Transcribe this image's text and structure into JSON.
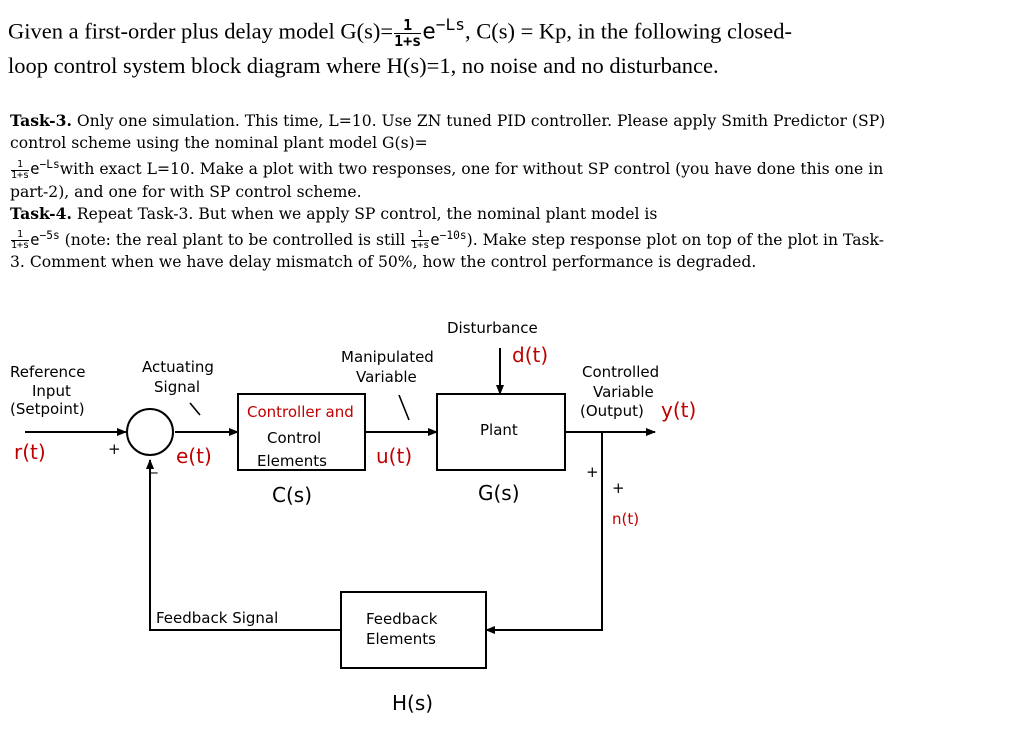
{
  "intro": {
    "line1_a": "Given a first-order plus delay model G(s)=",
    "frac_num": "1",
    "frac_den": "1+s",
    "exp_base": "e",
    "exp_sup": "−Ls",
    "line1_b": ", C(s) = Kp, in the following closed-",
    "line2": "loop control system block diagram where H(s)=1, no noise and no disturbance."
  },
  "task3": {
    "heading": "Task-3.",
    "t1": " Only one simulation. This time, L=10. Use ZN tuned PID controller. Please apply Smith Predictor (SP) control scheme using the nominal plant model G(s)=",
    "frac_num": "1",
    "frac_den": "1+s",
    "exp_base": "e",
    "exp_sup": "−Ls",
    "t2": "with exact L=10. Make a plot with two responses, one for without SP control (you have done this one in part-2), and one for with SP control scheme."
  },
  "task4": {
    "heading": "Task-4.",
    "t1": " Repeat Task-3. But when we apply SP control, the nominal plant model is ",
    "frac1_num": "1",
    "frac1_den": "1+s",
    "exp1_base": "e",
    "exp1_sup": "−5s",
    "t2": " (note: the real plant to be controlled is still ",
    "frac2_num": "1",
    "frac2_den": "1+s",
    "exp2_base": "e",
    "exp2_sup": "−10s",
    "t3": "). Make step response plot on top of the plot in Task-3. Comment when we have delay mismatch of 50%, how the control performance is degraded."
  },
  "diagram": {
    "disturbance": "Disturbance",
    "d_t": "d(t)",
    "manipulated_1": "Manipulated",
    "manipulated_2": "Variable",
    "reference_1": "Reference",
    "reference_2": "Input",
    "reference_3": "(Setpoint)",
    "actuating_1": "Actuating",
    "actuating_2": "Signal",
    "controller_1": "Controller and",
    "controller_2": "Control",
    "controller_3": "Elements",
    "c_s": "C(s)",
    "plant": "Plant",
    "g_s": "G(s)",
    "controlled_1": "Controlled",
    "controlled_2": "Variable",
    "controlled_3": "(Output)",
    "y_t": "y(t)",
    "r_t": "r(t)",
    "e_t": "e(t)",
    "u_t": "u(t)",
    "n_t": "n(t)",
    "plus_sum": "+",
    "minus_sum": "_",
    "plus_noise_1": "+",
    "plus_noise_2": "+",
    "feedback_signal": "Feedback Signal",
    "feedback_el_1": "Feedback",
    "feedback_el_2": "Elements",
    "h_s": "H(s)",
    "colors": {
      "signal_label": "#c00000",
      "controller_text": "#c00000",
      "line": "#000000"
    }
  }
}
